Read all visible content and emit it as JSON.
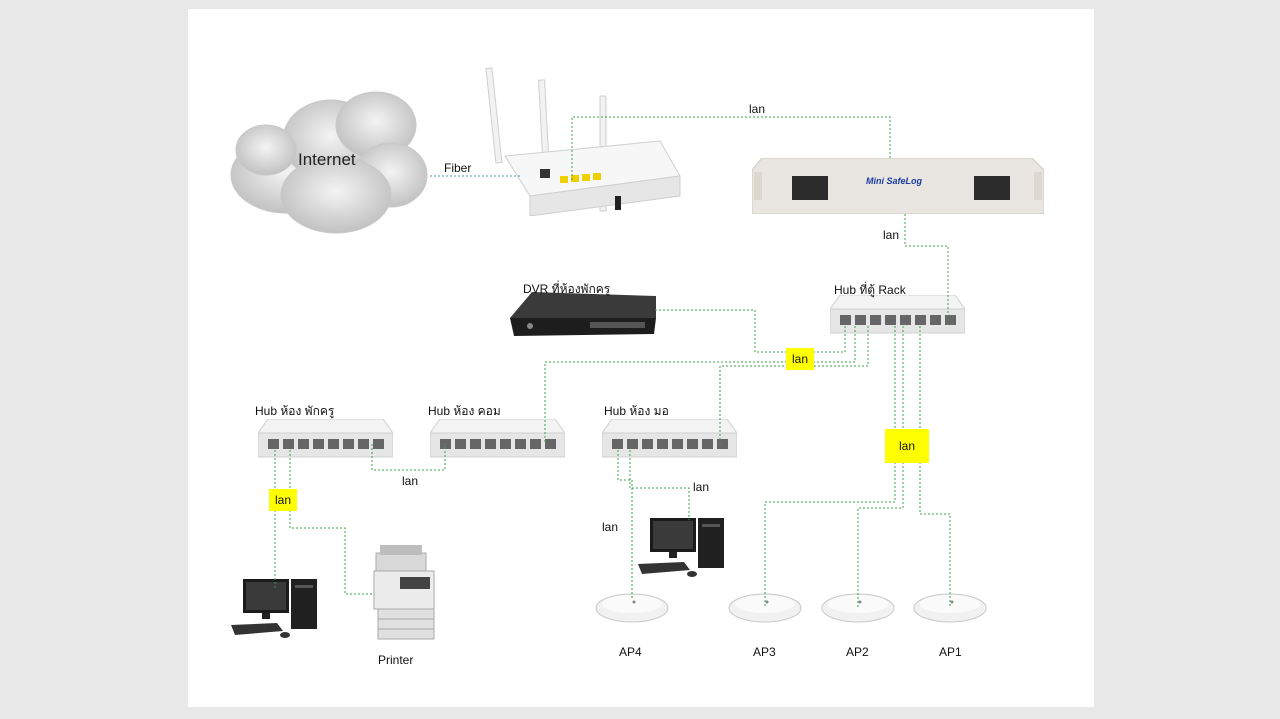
{
  "diagram": {
    "labels": {
      "internet": "Internet",
      "fiber": "Fiber",
      "lan_top": "lan",
      "safelog": "Mini SafeLog",
      "lan_safelog": "lan",
      "dvr": "DVR ที่ห้องพักครู",
      "hub_rack": "Hub ที่ตู้ Rack",
      "lan_hub_rack": "lan",
      "hub_teacher": "Hub ห้อง พักครู",
      "hub_com": "Hub ห้อง คอม",
      "hub_mo": "Hub ห้อง มอ",
      "lan_between": "lan",
      "lan_teacher": "lan",
      "lan_mo_pc": "lan",
      "lan_mo_ap": "lan",
      "lan_aps": "lan",
      "printer": "Printer",
      "ap4": "AP4",
      "ap3": "AP3",
      "ap2": "AP2",
      "ap1": "AP1"
    },
    "colors": {
      "wire": "#3aa34a",
      "fiber_wire": "#4a90c0",
      "highlight": "#ffff00",
      "background": "#e8e8e8"
    }
  }
}
